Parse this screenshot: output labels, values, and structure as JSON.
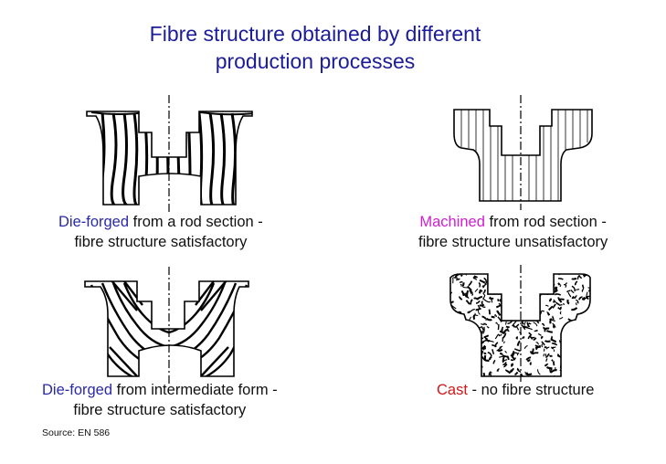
{
  "title": {
    "line1": "Fibre structure obtained by different",
    "line2": "production processes"
  },
  "panels": [
    {
      "keyword": "Die-forged",
      "rest": " from a rod section -",
      "line2": "fibre structure satisfactory",
      "keyword_color": "#2a2aa8"
    },
    {
      "keyword": "Machined",
      "rest": " from rod section -",
      "line2": "fibre structure unsatisfactory",
      "keyword_color": "#d020d0"
    },
    {
      "keyword": "Die-forged",
      "rest": " from intermediate form -",
      "line2": "fibre structure satisfactory",
      "keyword_color": "#2a2aa8"
    },
    {
      "keyword": "Cast",
      "rest": " - no fibre structure",
      "line2": "",
      "keyword_color": "#d01818"
    }
  ],
  "source": {
    "label": "Source:",
    "value": "EN 586"
  }
}
